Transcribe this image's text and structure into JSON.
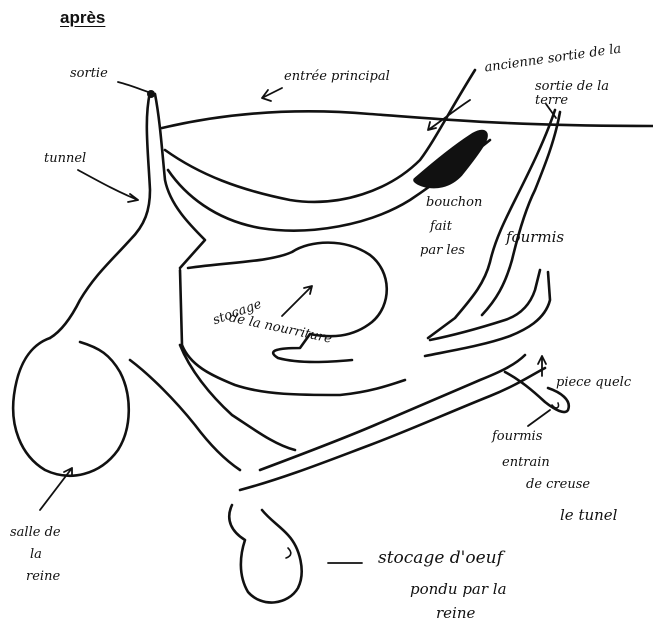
{
  "title": "après",
  "labels": {
    "sortie": "sortie",
    "entree_principal": "entrée principal",
    "ancienne_sortie": "ancienne sortie de la",
    "sortie_terre": "sortie de la terre",
    "tunnel": "tunnel",
    "bouchon": [
      "bouchon",
      "fait",
      "par les"
    ],
    "fourmis": "fourmis",
    "stockage_nourriture": [
      "stocage",
      "de la nourriture"
    ],
    "piece": "piece quelc",
    "fourmis_creuse": [
      "fourmis",
      "entrain",
      "de creuse",
      "le tunel"
    ],
    "salle_reine": [
      "salle de",
      "la",
      "reine"
    ],
    "stockage_oeuf": [
      "stocage d'oeuf",
      "pondu par la",
      "reine"
    ]
  }
}
